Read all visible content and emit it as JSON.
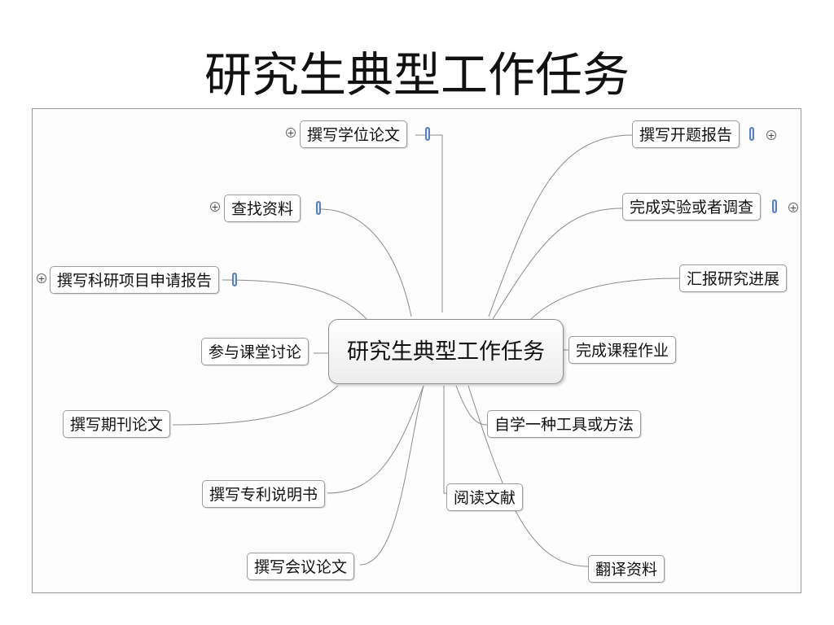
{
  "slide": {
    "title": "研究生典型工作任务"
  },
  "mindmap": {
    "central": "研究生典型工作任务",
    "topics": {
      "write_thesis": "撰写学位论文",
      "find_materials": "查找资料",
      "write_project_report": "撰写科研项目申请报告",
      "class_discussion": "参与课堂讨论",
      "journal_paper": "撰写期刊论文",
      "patent": "撰写专利说明书",
      "conference_paper": "撰写会议论文",
      "proposal_report": "撰写开题报告",
      "experiment": "完成实验或者调查",
      "progress_report": "汇报研究进展",
      "coursework": "完成课程作业",
      "self_study": "自学一种工具或方法",
      "literature": "阅读文献",
      "translation": "翻译资料"
    },
    "expander_symbol": "+",
    "attachment_icon": "paperclip-icon"
  }
}
